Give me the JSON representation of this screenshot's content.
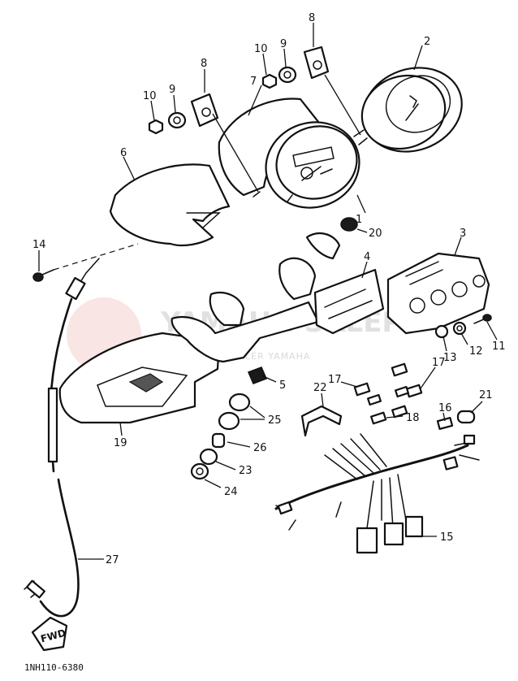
{
  "diagram": {
    "watermark": {
      "title": "YAMAHA-SKLEP",
      "subtitle": "OFICJALNY DEALER YAMAHA"
    },
    "drawing_code": "1NH110-6380",
    "direction_label": "FWD",
    "callouts": [
      "1",
      "2",
      "3",
      "4",
      "5",
      "6",
      "7",
      "8",
      "8",
      "9",
      "9",
      "10",
      "10",
      "11",
      "12",
      "13",
      "14",
      "15",
      "16",
      "17",
      "17",
      "18",
      "19",
      "20",
      "21",
      "22",
      "23",
      "24",
      "25",
      "26",
      "27"
    ]
  }
}
